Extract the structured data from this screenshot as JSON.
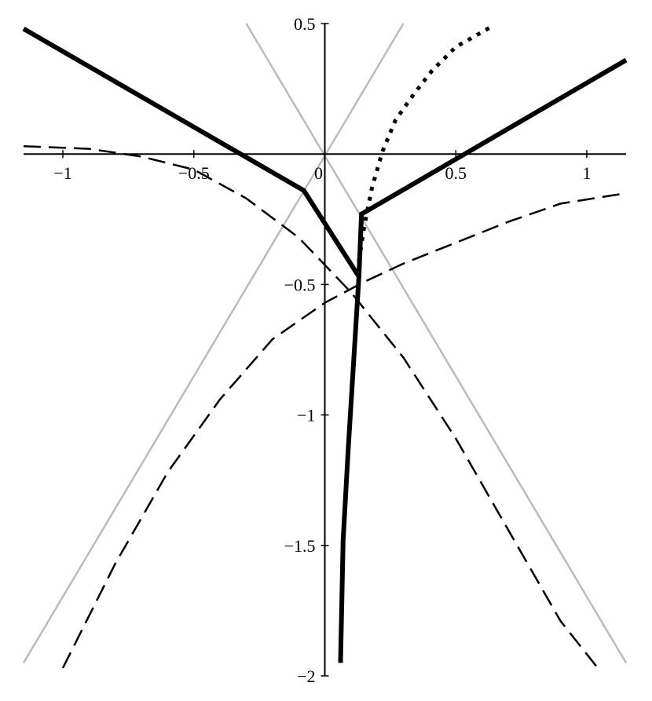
{
  "chart_data": {
    "type": "line",
    "title": "",
    "xlabel": "",
    "ylabel": "",
    "xlim": [
      -1.15,
      1.15
    ],
    "ylim": [
      -2.0,
      0.5
    ],
    "grid": false,
    "x_ticks": [
      {
        "value": -1,
        "label": "−1"
      },
      {
        "value": -0.5,
        "label": "−0.5"
      },
      {
        "value": 0,
        "label": "0"
      },
      {
        "value": 0.5,
        "label": "0.5"
      },
      {
        "value": 1,
        "label": "1"
      }
    ],
    "y_ticks": [
      {
        "value": 0.5,
        "label": "0.5"
      },
      {
        "value": -0.5,
        "label": "−0.5"
      },
      {
        "value": -1,
        "label": "−1"
      },
      {
        "value": -1.5,
        "label": "−1.5"
      },
      {
        "value": -2,
        "label": "−2"
      }
    ],
    "series": [
      {
        "style": "gray-thin",
        "color": "#bbbbbb",
        "points": [
          [
            -1.15,
            -1.95
          ],
          [
            0.3,
            0.5
          ]
        ]
      },
      {
        "style": "gray-thin",
        "color": "#bbbbbb",
        "points": [
          [
            -0.3,
            0.5
          ],
          [
            1.15,
            -1.95
          ]
        ]
      },
      {
        "style": "dashed",
        "color": "#000000",
        "points": [
          [
            -1.15,
            0.03
          ],
          [
            -0.9,
            0.02
          ],
          [
            -0.7,
            -0.01
          ],
          [
            -0.5,
            -0.06
          ],
          [
            -0.3,
            -0.17
          ],
          [
            -0.1,
            -0.32
          ],
          [
            0.1,
            -0.53
          ],
          [
            0.3,
            -0.78
          ],
          [
            0.5,
            -1.09
          ],
          [
            0.7,
            -1.44
          ],
          [
            0.9,
            -1.79
          ],
          [
            1.05,
            -1.98
          ]
        ]
      },
      {
        "style": "dashed",
        "color": "#000000",
        "points": [
          [
            -1.0,
            -1.97
          ],
          [
            -0.8,
            -1.57
          ],
          [
            -0.6,
            -1.22
          ],
          [
            -0.4,
            -0.94
          ],
          [
            -0.2,
            -0.71
          ],
          [
            0.0,
            -0.57
          ],
          [
            0.15,
            -0.49
          ],
          [
            0.3,
            -0.42
          ],
          [
            0.5,
            -0.34
          ],
          [
            0.7,
            -0.26
          ],
          [
            0.9,
            -0.19
          ],
          [
            1.15,
            -0.15
          ]
        ]
      },
      {
        "style": "dotted",
        "color": "#000000",
        "points": [
          [
            0.13,
            -0.41
          ],
          [
            0.15,
            -0.28
          ],
          [
            0.18,
            -0.13
          ],
          [
            0.22,
            0.01
          ],
          [
            0.27,
            0.13
          ],
          [
            0.34,
            0.23
          ],
          [
            0.41,
            0.32
          ],
          [
            0.5,
            0.41
          ],
          [
            0.64,
            0.49
          ]
        ]
      },
      {
        "style": "thick",
        "color": "#000000",
        "points": [
          [
            -1.15,
            0.48
          ],
          [
            -0.08,
            -0.14
          ],
          [
            0.13,
            -0.47
          ],
          [
            0.09,
            -1.12
          ],
          [
            0.07,
            -1.48
          ],
          [
            0.06,
            -1.95
          ]
        ]
      },
      {
        "style": "thick",
        "color": "#000000",
        "points": [
          [
            0.13,
            -0.47
          ],
          [
            0.14,
            -0.23
          ],
          [
            1.15,
            0.36
          ]
        ]
      }
    ]
  }
}
